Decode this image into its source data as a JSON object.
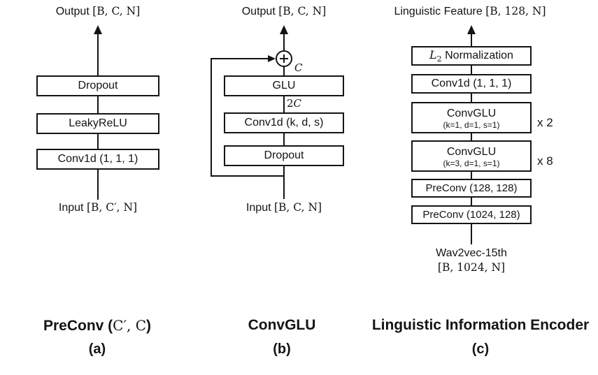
{
  "colors": {
    "ink": "#141414",
    "background": "#ffffff"
  },
  "panel_a": {
    "output_prefix": "Output",
    "output_shape": "[B, C, N]",
    "boxes": [
      "Dropout",
      "LeakyReLU",
      "Conv1d (1, 1, 1)"
    ],
    "input_prefix": "Input",
    "input_shape": "[B, C′, N]",
    "caption_prefix": "PreConv (",
    "caption_math": "C′, C",
    "caption_suffix": ")",
    "caption_sub": "(a)"
  },
  "panel_b": {
    "output_prefix": "Output",
    "output_shape": "[B, C, N]",
    "sum_symbol": "plus",
    "label_c": "C",
    "label_2c_num": "2",
    "label_2c_var": "C",
    "boxes": [
      "GLU",
      "Conv1d (k, d, s)",
      "Dropout"
    ],
    "input_prefix": "Input",
    "input_shape": "[B, C, N]",
    "caption": "ConvGLU",
    "caption_sub": "(b)"
  },
  "panel_c": {
    "output_prefix": "Linguistic Feature",
    "output_shape": "[B, 128, N]",
    "l2_box": {
      "l": "L",
      "sub": "2",
      "rest": " Normalization"
    },
    "conv_box": "Conv1d (1, 1, 1)",
    "convglu_boxes": [
      {
        "title": "ConvGLU",
        "params": "(k=1, d=1, s=1)",
        "repeat": "x 2"
      },
      {
        "title": "ConvGLU",
        "params": "(k=3, d=1, s=1)",
        "repeat": "x 8"
      }
    ],
    "preconv_boxes": [
      "PreConv (128, 128)",
      "PreConv (1024, 128)"
    ],
    "source_name": "Wav2vec-15th",
    "source_shape": "[B, 1024, N]",
    "caption": "Linguistic Information Encoder",
    "caption_sub": "(c)"
  }
}
